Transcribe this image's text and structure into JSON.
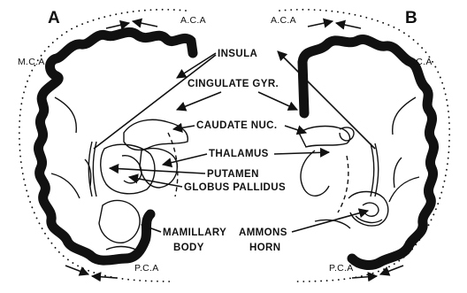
{
  "panels": {
    "left": "A",
    "right": "B"
  },
  "arteries": {
    "aca_left": "A.C.A",
    "aca_right": "A.C.A",
    "mca_left": "M.C.A",
    "mca_right": "M.C.A",
    "pca_left": "P.C.A",
    "pca_right": "P.C.A"
  },
  "structures": {
    "insula": "INSULA",
    "cingulate": "CINGULATE GYR.",
    "caudate": "CAUDATE NUC.",
    "thalamus": "THALAMUS",
    "putamen": "PUTAMEN",
    "globus": "GLOBUS PALLIDUS",
    "mamillary_1": "MAMILLARY",
    "mamillary_2": "BODY",
    "ammons_1": "AMMONS",
    "ammons_2": "HORN"
  }
}
